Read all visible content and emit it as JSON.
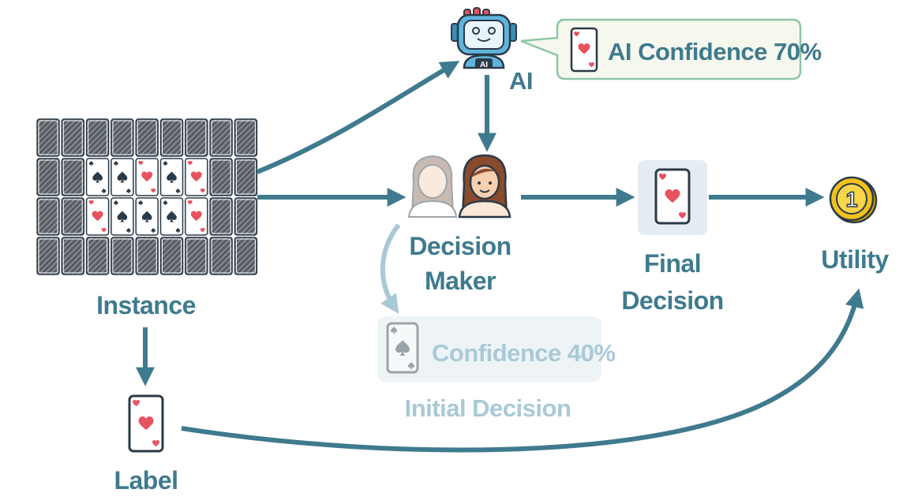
{
  "labels": {
    "instance": "Instance",
    "label": "Label",
    "ai": "AI",
    "ai_badge": "AI",
    "decision_maker_line1": "Decision",
    "decision_maker_line2": "Maker",
    "final_decision_line1": "Final",
    "final_decision_line2": "Decision",
    "utility": "Utility",
    "coin_value": "1",
    "initial_decision": "Initial Decision"
  },
  "ai_confidence": {
    "text": "AI Confidence 70%",
    "value": 0.7
  },
  "human_confidence": {
    "text": "Confidence 40%",
    "value": 0.4
  },
  "grid": {
    "rows": 4,
    "cols": 9,
    "face_up": [
      [
        1,
        2,
        "spade"
      ],
      [
        1,
        3,
        "spade"
      ],
      [
        1,
        4,
        "heart"
      ],
      [
        1,
        5,
        "spade"
      ],
      [
        1,
        6,
        "heart"
      ],
      [
        2,
        2,
        "heart"
      ],
      [
        2,
        3,
        "spade"
      ],
      [
        2,
        4,
        "spade"
      ],
      [
        2,
        5,
        "spade"
      ],
      [
        2,
        6,
        "heart"
      ]
    ]
  },
  "colors": {
    "primary": "#3f7a8e",
    "faded": "#a9c9d6",
    "heart": "#e8525f",
    "card_back": "#555a60",
    "ai_bubble_fill": "#f6f8ee",
    "ai_bubble_stroke": "#8cc6a4",
    "robot_blue": "#5fb4dd",
    "coin": "#f2c21b"
  }
}
